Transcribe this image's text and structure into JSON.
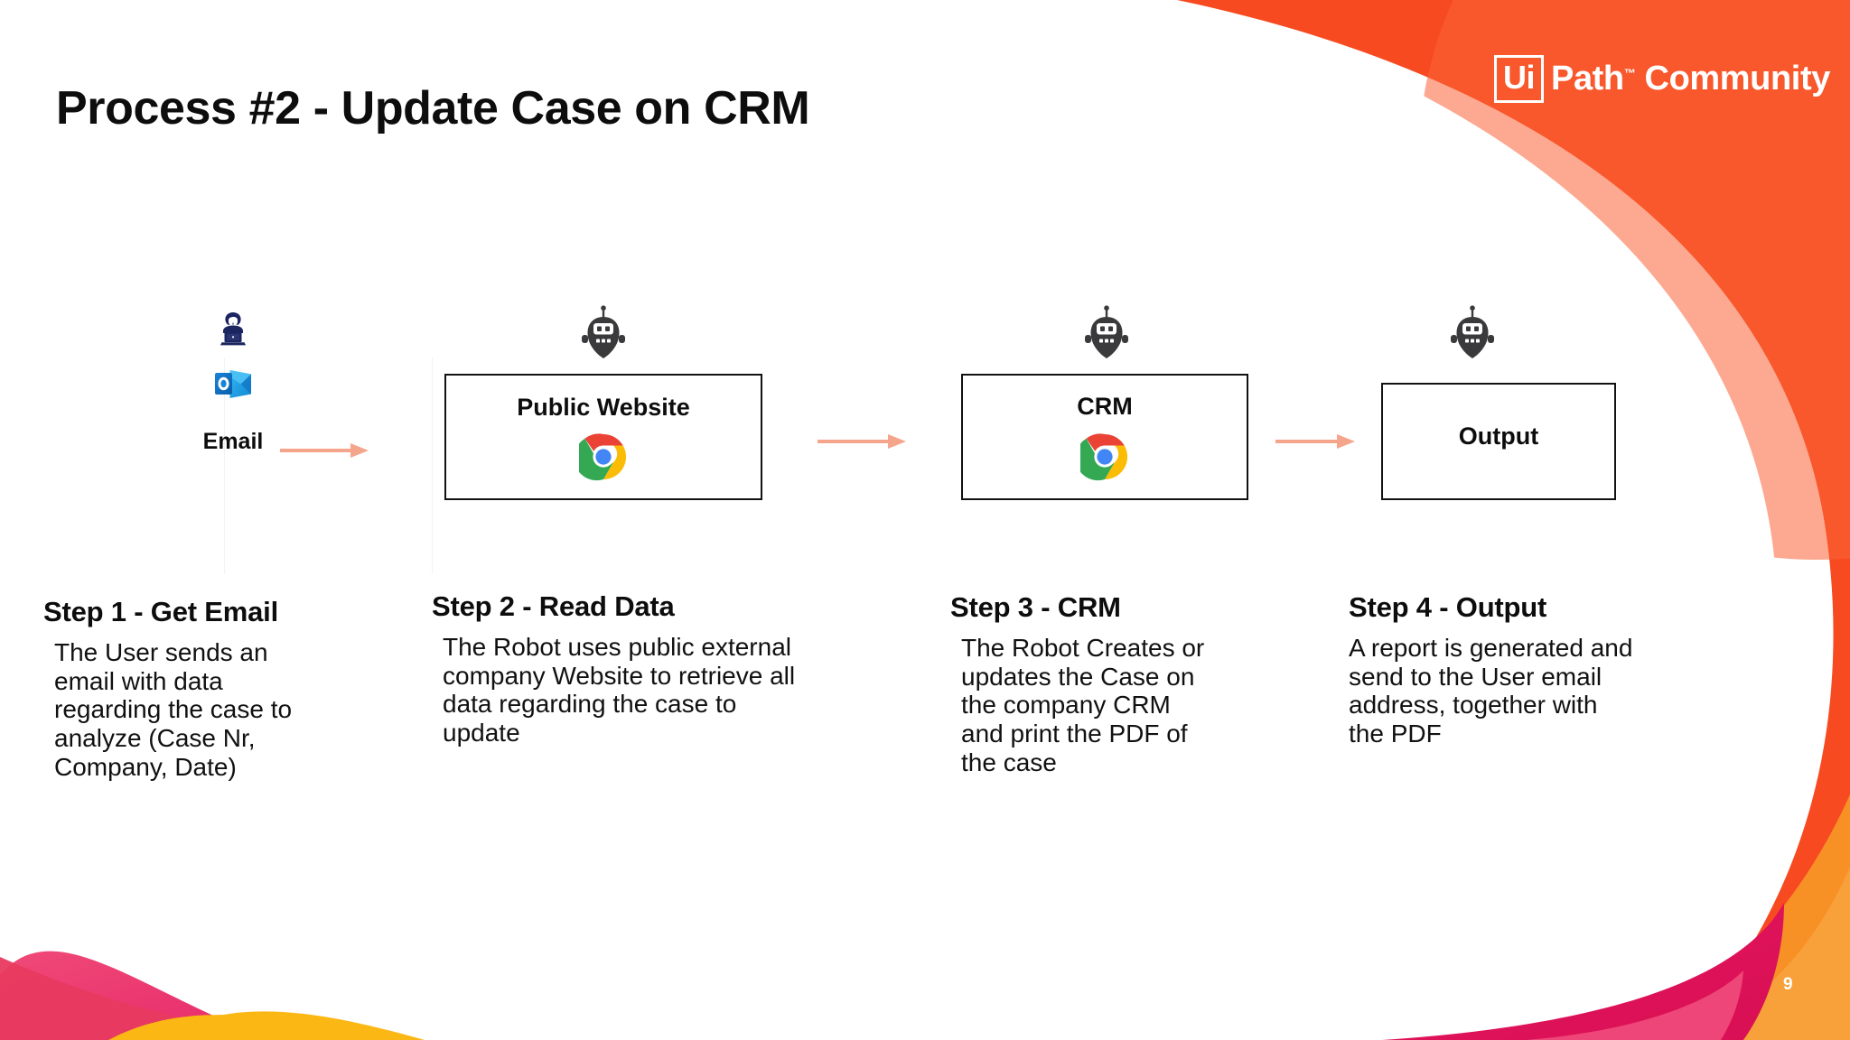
{
  "slide": {
    "title": "Process #2 - Update Case on CRM",
    "page_number": "9",
    "brand": {
      "logo_mark": "Ui",
      "logo_text": "Path",
      "logo_tm": "™",
      "logo_suffix": "Community",
      "orange": "#F74A21",
      "orange_light": "#FB6236",
      "crimson": "#E5165E",
      "pink": "#EE3A6B",
      "amber": "#FBB714",
      "orange_mid": "#F79126",
      "arrow_salmon": "#F4A58C",
      "robot_dark": "#3A3A3C",
      "person_navy": "#1B2560",
      "outlook_blue": "#0F6CBD"
    }
  },
  "diagram": {
    "nodes": [
      {
        "id": "email",
        "label": "Email",
        "icons": [
          "person-at-laptop-icon",
          "outlook-icon"
        ]
      },
      {
        "id": "public-website",
        "label": "Public Website",
        "icons": [
          "robot-icon",
          "chrome-icon"
        ]
      },
      {
        "id": "crm",
        "label": "CRM",
        "icons": [
          "robot-icon",
          "chrome-icon"
        ]
      },
      {
        "id": "output",
        "label": "Output",
        "icons": [
          "robot-icon"
        ]
      }
    ],
    "arrows": [
      {
        "id": "arrow-email-to-website"
      },
      {
        "id": "arrow-website-to-crm"
      },
      {
        "id": "arrow-crm-to-output"
      }
    ]
  },
  "steps": [
    {
      "title": "Step 1 - Get Email",
      "body": "The User sends an email with data regarding the case to analyze (Case Nr, Company, Date)"
    },
    {
      "title": "Step 2 - Read Data",
      "body": "The Robot uses public external company Website to retrieve all data regarding the case to update"
    },
    {
      "title": "Step 3 - CRM",
      "body": "The Robot Creates or updates the Case on the company CRM and print the PDF of the case"
    },
    {
      "title": "Step 4 - Output",
      "body": "A report is generated and send to the User email address, together with the PDF"
    }
  ]
}
